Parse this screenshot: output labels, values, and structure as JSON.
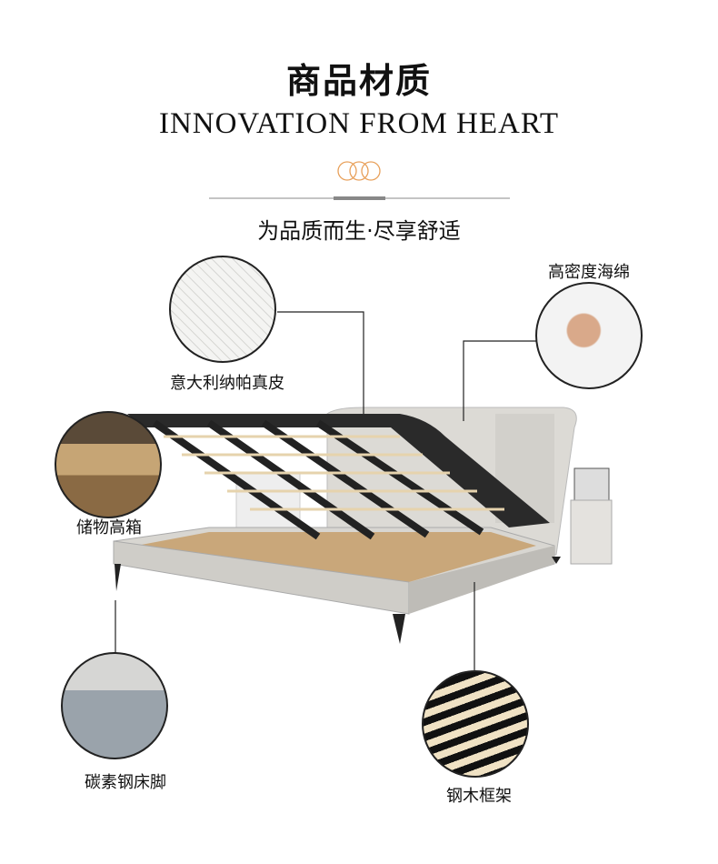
{
  "header": {
    "title": "商品材质",
    "subtitle_en": "INNOVATION FROM HEART",
    "slogan": "为品质而生·尽享舒适"
  },
  "colors": {
    "accent": "#e8a05a",
    "divider": "#888888"
  },
  "callouts": [
    {
      "label": "意大利纳帕真皮",
      "icon": "leather-detail"
    },
    {
      "label": "高密度海绵",
      "icon": "sponge-hand"
    },
    {
      "label": "储物高箱",
      "icon": "storage-box"
    },
    {
      "label": "碳素钢床脚",
      "icon": "steel-leg"
    },
    {
      "label": "钢木框架",
      "icon": "slat-frame"
    }
  ]
}
